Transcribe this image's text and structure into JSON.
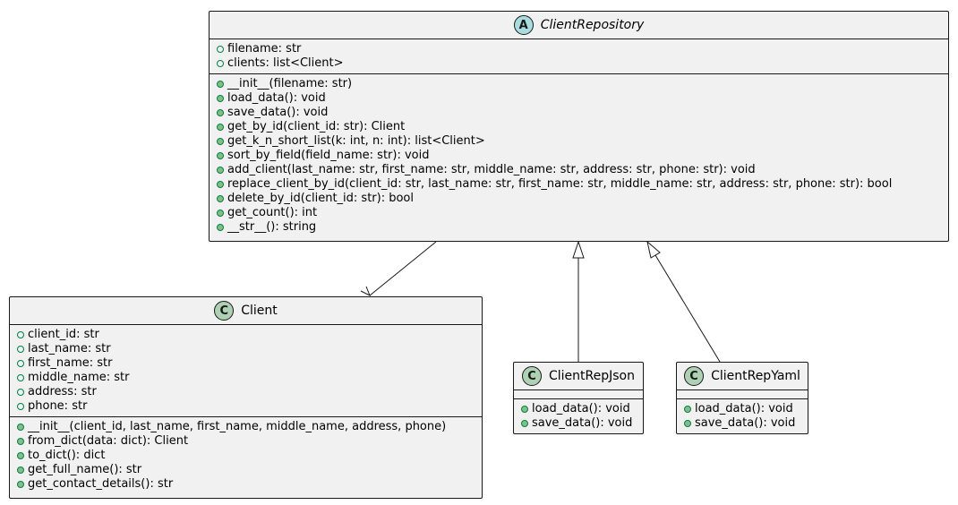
{
  "classes": {
    "repo": {
      "kind": "abstract",
      "stereotype": "A",
      "name": "ClientRepository",
      "fields": [
        "filename: str",
        "clients: list<Client>"
      ],
      "methods": [
        "__init__(filename: str)",
        "load_data(): void",
        "save_data(): void",
        "get_by_id(client_id: str): Client",
        "get_k_n_short_list(k: int, n: int): list<Client>",
        "sort_by_field(field_name: str): void",
        "add_client(last_name: str, first_name: str, middle_name: str, address: str, phone: str): void",
        "replace_client_by_id(client_id: str, last_name: str, first_name: str, middle_name: str, address: str, phone: str): bool",
        "delete_by_id(client_id: str): bool",
        "get_count(): int",
        "__str__(): string"
      ]
    },
    "client": {
      "kind": "class",
      "stereotype": "C",
      "name": "Client",
      "fields": [
        "client_id: str",
        "last_name: str",
        "first_name: str",
        "middle_name: str",
        "address: str",
        "phone: str"
      ],
      "methods": [
        "__init__(client_id, last_name, first_name, middle_name, address, phone)",
        "from_dict(data: dict): Client",
        "to_dict(): dict",
        "get_full_name(): str",
        "get_contact_details(): str"
      ]
    },
    "json": {
      "kind": "class",
      "stereotype": "C",
      "name": "ClientRepJson",
      "fields": [],
      "methods": [
        "load_data(): void",
        "save_data(): void"
      ]
    },
    "yaml": {
      "kind": "class",
      "stereotype": "C",
      "name": "ClientRepYaml",
      "fields": [],
      "methods": [
        "load_data(): void",
        "save_data(): void"
      ]
    }
  },
  "relations": [
    {
      "from": "repo",
      "to": "client",
      "type": "association"
    },
    {
      "from": "json",
      "to": "repo",
      "type": "inheritance"
    },
    {
      "from": "yaml",
      "to": "repo",
      "type": "inheritance"
    }
  ],
  "colors": {
    "box_fill": "#f1f1f1",
    "border": "#181818",
    "abstract_badge": "#a9dcdf",
    "class_badge": "#add1b2",
    "visibility_public": "#84be84"
  }
}
